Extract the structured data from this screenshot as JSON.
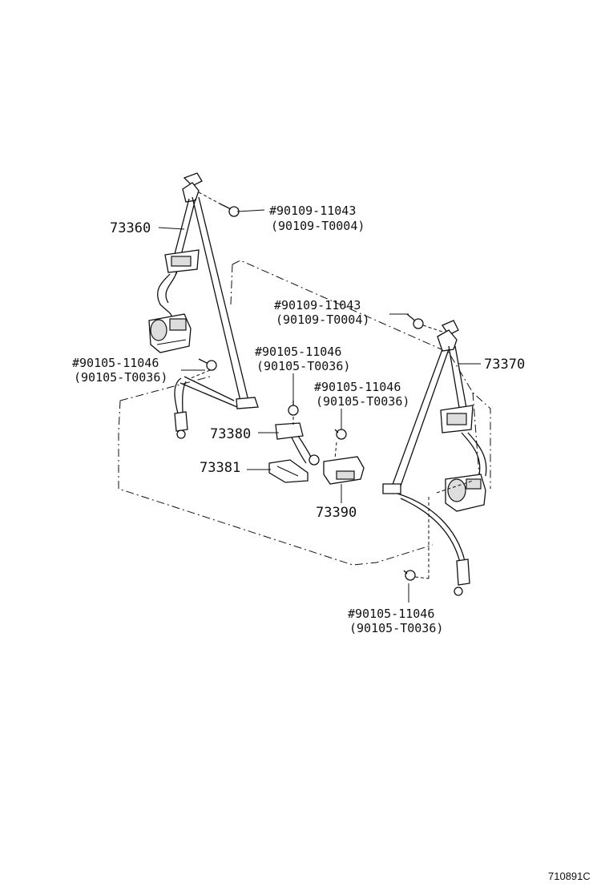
{
  "labels": {
    "belt_left": "73360",
    "belt_right": "73370",
    "buckle_center": "73380",
    "bracket": "73381",
    "buckle_right": "73390",
    "bolt_top_left": "#90109-11043",
    "bolt_top_left_alt": "(90109-T0004)",
    "bolt_top_right": "#90109-11043",
    "bolt_top_right_alt": "(90109-T0004)",
    "bolt_left": "#90105-11046",
    "bolt_left_alt": "(90105-T0036)",
    "bolt_center": "#90105-11046",
    "bolt_center_alt": "(90105-T0036)",
    "bolt_center_right": "#90105-11046",
    "bolt_center_right_alt": "(90105-T0036)",
    "bolt_bottom": "#90105-11046",
    "bolt_bottom_alt": "(90105-T0036)"
  },
  "figure_code": "710891C"
}
